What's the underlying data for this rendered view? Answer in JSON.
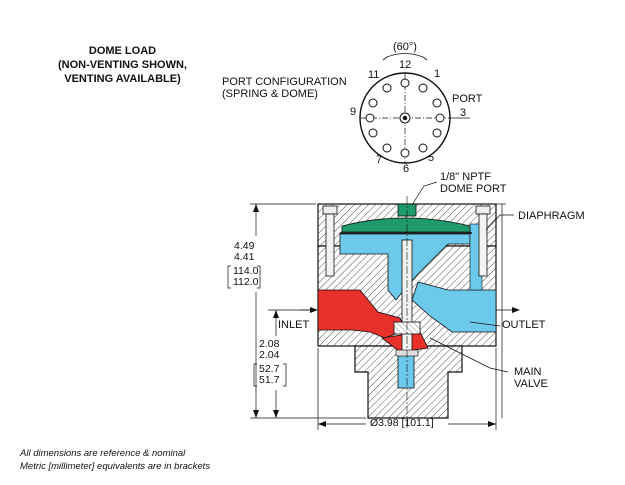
{
  "title": {
    "line1": "DOME LOAD",
    "line2": "(NON-VENTING SHOWN,",
    "line3": "VENTING AVAILABLE)"
  },
  "port_configuration": {
    "label_line1": "PORT CONFIGURATION",
    "label_line2": "(SPRING & DOME)",
    "angle": "(60°)",
    "positions": [
      "12",
      "1",
      "3",
      "5",
      "6",
      "7",
      "9",
      "11"
    ],
    "port_label": "PORT"
  },
  "callouts": {
    "dome_port_line1": "1/8\" NPTF",
    "dome_port_line2": "DOME PORT",
    "diaphragm": "DIAPHRAGM",
    "inlet": "INLET",
    "outlet": "OUTLET",
    "main_valve_line1": "MAIN",
    "main_valve_line2": "VALVE"
  },
  "dimensions": {
    "height_in_max": "4.49",
    "height_in_min": "4.41",
    "height_mm_max": "114.0",
    "height_mm_min": "112.0",
    "port_in_max": "2.08",
    "port_in_min": "2.04",
    "port_mm_max": "52.7",
    "port_mm_min": "51.7",
    "diameter": "Ø3.98 [101.1]"
  },
  "notes": {
    "line1": "All dimensions are reference & nominal",
    "line2": "Metric [millimeter] equivalents are in brackets"
  },
  "colors": {
    "inlet": "#e8312a",
    "outlet": "#6cc9ea",
    "dome": "#1f9a6a",
    "body_hatch": "#555555"
  }
}
